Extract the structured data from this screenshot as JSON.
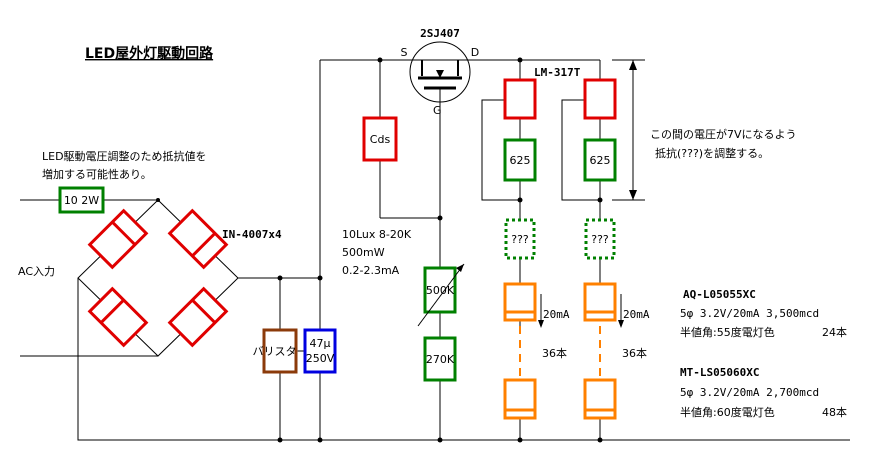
{
  "title": "LED屋外灯駆動回路",
  "notes": {
    "left_line1": "LED駆動電圧調整のため抵抗値を",
    "left_line2": "増加する可能性あり。",
    "right_line1": "この間の電圧が7Vになるよう",
    "right_line2": "抵抗(???)を調整する。"
  },
  "labels": {
    "ac_input": "AC入力",
    "diode": "IN-4007x4",
    "resistor_10_2w": "10 2W",
    "varistor": "バリスター",
    "cap_top": "47μ",
    "cap_bottom": "250V",
    "cds": "Cds",
    "cds_note1": "10Lux 8-20K",
    "cds_note2": "500mW",
    "cds_note3": "0.2-2.3mA",
    "vr_500k": "500K",
    "r_270k": "270K",
    "fet": "2SJ407",
    "fet_s": "S",
    "fet_d": "D",
    "fet_g": "G",
    "regulator": "LM-317T",
    "r_625_a": "625",
    "r_625_b": "625",
    "r_unknown_a": "???",
    "r_unknown_b": "???",
    "current_a": "20mA",
    "current_b": "20mA",
    "count_a": "36本",
    "count_b": "36本"
  },
  "led_specs": [
    {
      "model": "AQ-L05055XC",
      "spec": "5φ 3.2V/20mA 3,500mcd",
      "angle": "半値角:55度電灯色",
      "qty": "24本"
    },
    {
      "model": "MT-LS05060XC",
      "spec": "5φ 3.2V/20mA 2,700mcd",
      "angle": "半値角:60度電灯色",
      "qty": "48本"
    }
  ],
  "colors": {
    "red": "#e00000",
    "green": "#008000",
    "orange": "#ff8000",
    "brown": "#8b3a0a",
    "blue": "#0000e0"
  }
}
